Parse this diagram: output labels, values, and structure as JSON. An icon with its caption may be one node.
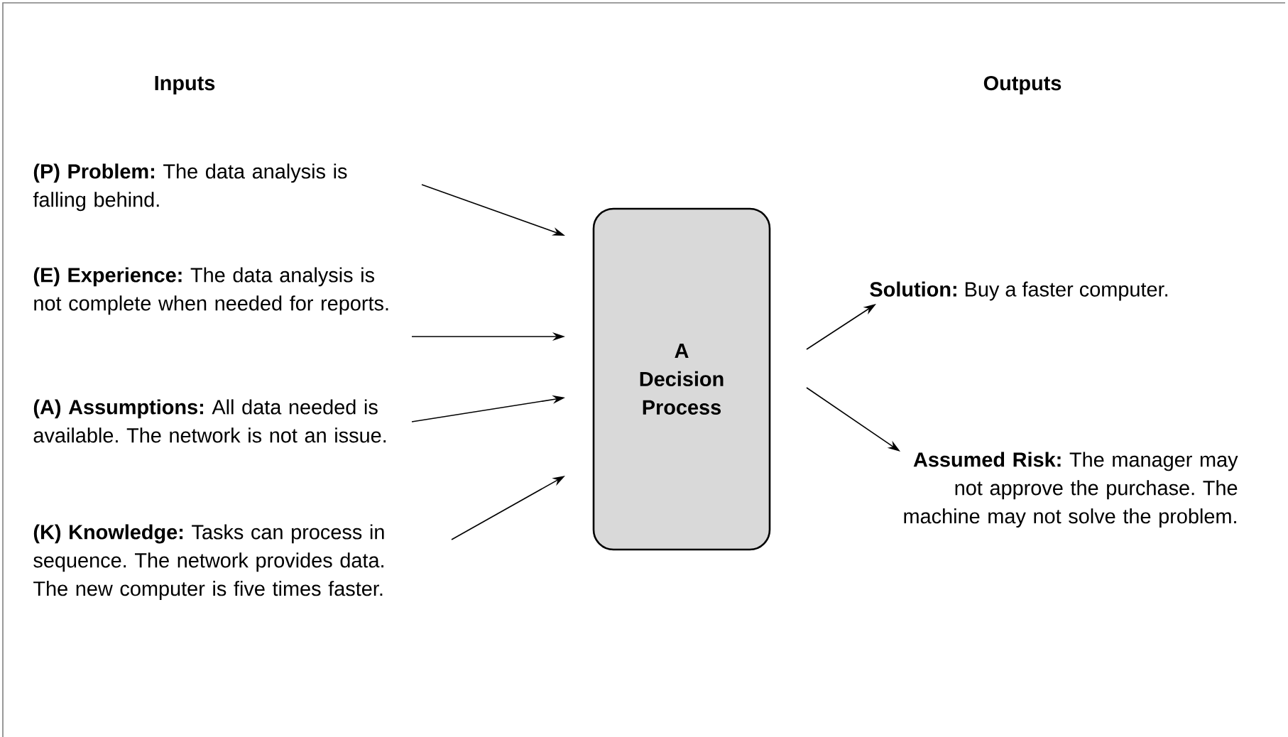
{
  "diagram": {
    "nodes": [
      {
        "text": [
          "**(P) Problem:** The data analysis is falling behind."
        ]
      },
      {
        "text": [
          "**(E) Experience:** The data analysis is not complete when needed for reports."
        ]
      },
      {
        "text": [
          "**(A) Assumptions:** All data needed is available. The network is not an issue."
        ]
      },
      {
        "text": [
          "**(K) Knowledge:** Tasks can process in sequence. The network provides data. The new computer is five times faster."
        ]
      },
      {
        "text": [
          "A Decision Process"
        ]
      },
      {
        "text": [
          "**Solution:** Buy a faster computer."
        ]
      },
      {
        "text": [
          "**Assumed Risk:** The manager may not approve the purchase. The machine may not solve the problem."
        ]
      }
    ],
    "edges": [
      {
        "from": 0,
        "to": 4,
        "arrow": "to"
      },
      {
        "from": 1,
        "to": 4,
        "arrow": "to"
      },
      {
        "from": 2,
        "to": 4,
        "arrow": "to"
      },
      {
        "from": 3,
        "to": 4,
        "arrow": "to"
      },
      {
        "from": 4,
        "to": 5,
        "arrow": "to"
      },
      {
        "from": 4,
        "to": 6,
        "arrow": "to"
      }
    ],
    "labels": [
      "Inputs",
      "Outputs"
    ]
  }
}
